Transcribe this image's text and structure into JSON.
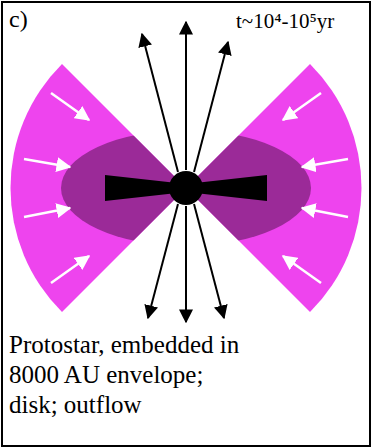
{
  "diagram": {
    "caption": "Protostar, embedded in 8000 AU envelope; disk; outflow",
    "labels": [
      "c)",
      "t~10⁴-10⁵yr"
    ]
  }
}
